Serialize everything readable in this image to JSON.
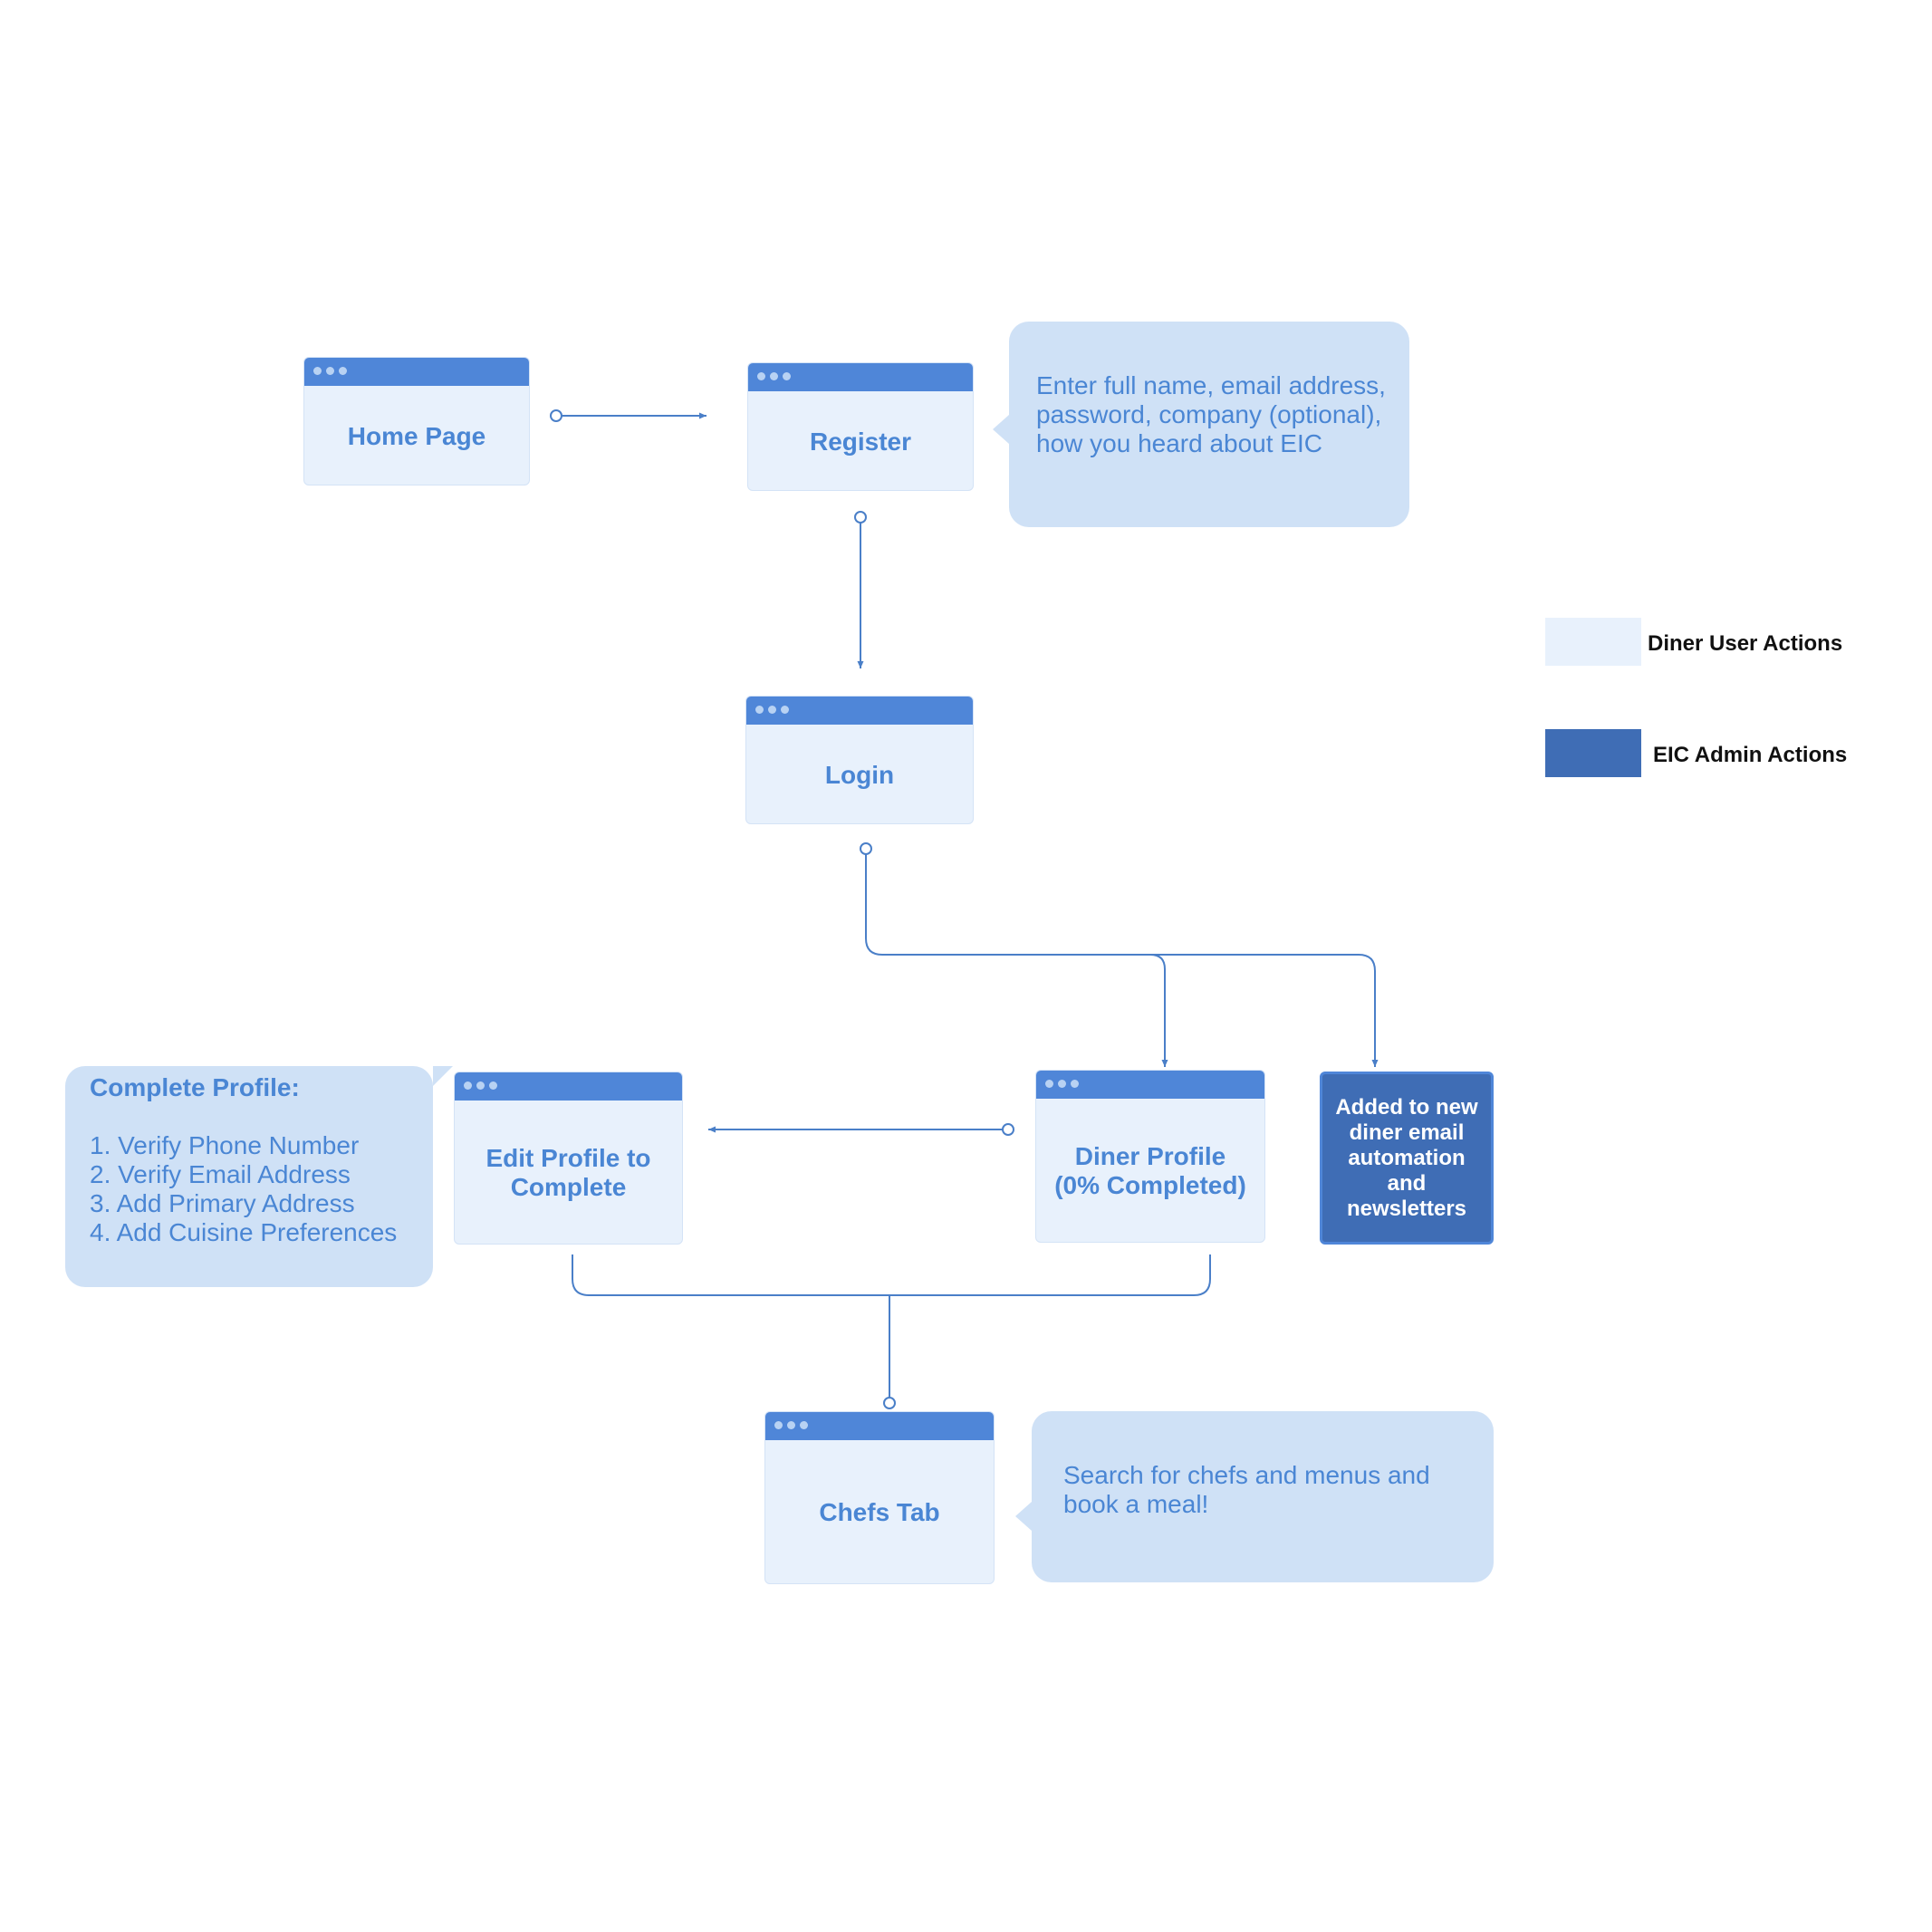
{
  "screens": {
    "home": {
      "label": "Home Page"
    },
    "register": {
      "label": "Register"
    },
    "login": {
      "label": "Login"
    },
    "edit_profile": {
      "label": "Edit Profile to Complete"
    },
    "diner_profile": {
      "label": "Diner Profile (0% Completed)"
    },
    "chefs_tab": {
      "label": "Chefs Tab"
    }
  },
  "callouts": {
    "register_info": {
      "text": "Enter full name, email address, password, company (optional), how you heard about EIC"
    },
    "complete_profile": {
      "title": "Complete Profile:",
      "items": [
        "1. Verify Phone Number",
        "2. Verify Email Address",
        "3. Add Primary Address",
        "4. Add Cuisine Preferences"
      ]
    },
    "chefs_info": {
      "text": "Search for chefs and menus and book a meal!"
    }
  },
  "admin_node": {
    "label": "Added to new diner email automation and newsletters"
  },
  "legend": {
    "diner": {
      "label": "Diner User Actions",
      "color": "#e8f1fc"
    },
    "admin": {
      "label": "EIC Admin Actions",
      "color": "#3f6db5"
    }
  },
  "colors": {
    "connector": "#4a7fc8",
    "screen_fill": "#e8f1fc",
    "titlebar": "#4f86d8",
    "callout_fill": "#cfe1f6",
    "text_blue": "#4a86d4",
    "admin_fill": "#3f6db5"
  }
}
